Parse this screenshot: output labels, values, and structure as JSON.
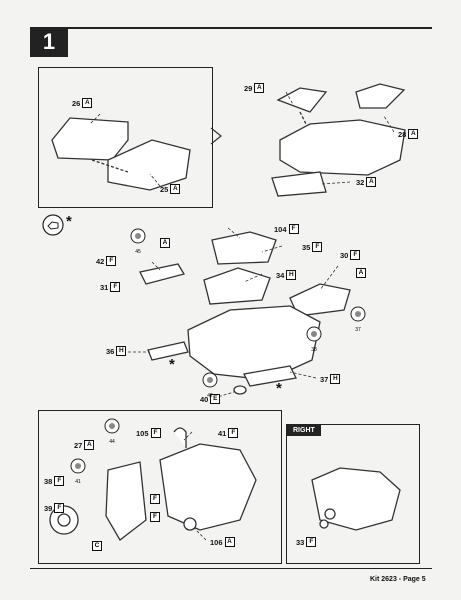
{
  "step": {
    "number": "1"
  },
  "footer": {
    "text": "Kit 2623 - Page 5"
  },
  "right_panel": {
    "label": "RIGHT"
  },
  "symbols": {
    "asterisk": "*"
  },
  "callouts": [
    {
      "number": "26",
      "letter": "A"
    },
    {
      "number": "25",
      "letter": "A"
    },
    {
      "number": "29",
      "letter": "A"
    },
    {
      "number": "28",
      "letter": "A"
    },
    {
      "number": "32",
      "letter": "A"
    },
    {
      "number": "104",
      "letter": "F"
    },
    {
      "number": "35",
      "letter": "F"
    },
    {
      "number": "42",
      "letter": "F"
    },
    {
      "number": "31",
      "letter": "F"
    },
    {
      "number": "34",
      "letter": "H"
    },
    {
      "number": "30",
      "letter": "F"
    },
    {
      "number": "36",
      "letter": "H"
    },
    {
      "number": "37",
      "letter": "H"
    },
    {
      "number": "40",
      "letter": "E"
    },
    {
      "number": "105",
      "letter": "F"
    },
    {
      "number": "41",
      "letter": "F"
    },
    {
      "number": "27",
      "letter": "A"
    },
    {
      "number": "38",
      "letter": "F"
    },
    {
      "number": "39",
      "letter": "F"
    },
    {
      "number": "106",
      "letter": "A"
    },
    {
      "number": "33",
      "letter": "F"
    }
  ],
  "loose_letters": [
    "A",
    "A",
    "F",
    "F",
    "C"
  ],
  "paint_badges": [
    {
      "number": "45"
    },
    {
      "number": "38"
    },
    {
      "number": "37"
    },
    {
      "number": "42"
    },
    {
      "number": "44"
    },
    {
      "number": "41"
    }
  ],
  "colors": {
    "ink": "#222222",
    "paper": "#f3f3f1"
  }
}
